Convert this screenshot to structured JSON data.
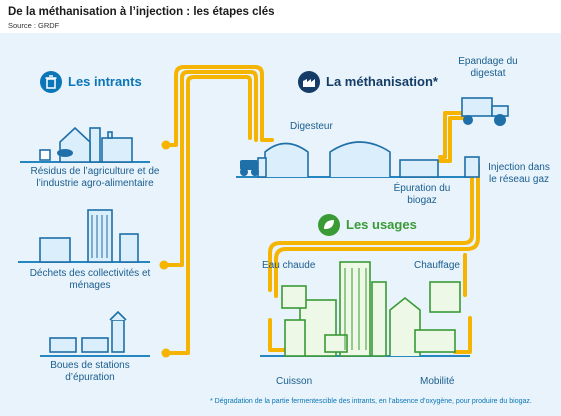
{
  "header": {
    "title": "De la méthanisation à l’injection : les étapes clés",
    "source": "Source : GRDF"
  },
  "sections": {
    "intrants": "Les intrants",
    "methanisation": "La méthanisation*",
    "usages": "Les usages"
  },
  "labels": {
    "residus": "Résidus de l’agriculture et de l’industrie agro-alimentaire",
    "dechets": "Déchets des collectivités et ménages",
    "boues": "Boues de stations d’épuration",
    "digesteur": "Digesteur",
    "epandage": "Epandage du digestat",
    "epuration": "Épuration du biogaz",
    "injection": "Injection dans le réseau gaz",
    "eau_chaude": "Eau chaude",
    "chauffage": "Chauffage",
    "cuisson": "Cuisson",
    "mobilite": "Mobilité"
  },
  "footnote": "* Dégradation de la partie fermentescible des intrants, en l’absence d’oxygène, pour produire du biogaz.",
  "colors": {
    "panel": "#e8f3fb",
    "pipe": "#f5b400",
    "intrants_blue": "#0a76b8",
    "usages_green": "#3a9a36",
    "methanisation_navy": "#143c66",
    "line_art": "#1f6fa8"
  },
  "icons": [
    "trash-icon",
    "factory-icon",
    "leaf-icon"
  ]
}
